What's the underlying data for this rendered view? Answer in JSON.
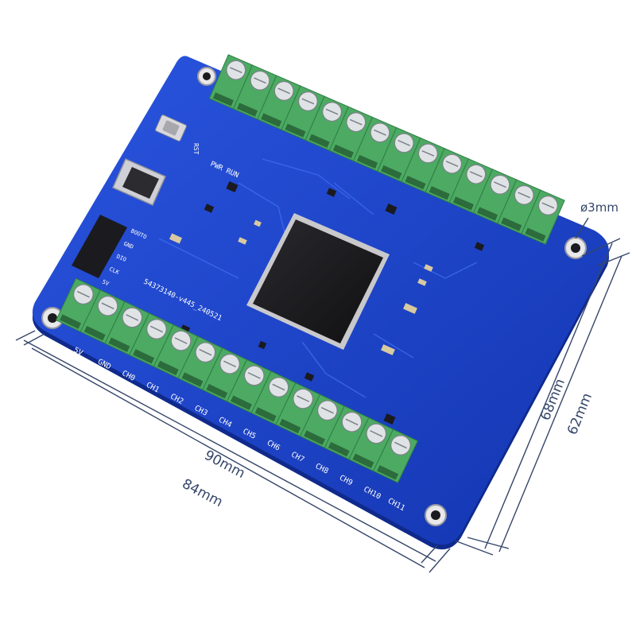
{
  "board": {
    "pin_labels": [
      "5V",
      "GND",
      "CH0",
      "CH1",
      "CH2",
      "CH3",
      "CH4",
      "CH5",
      "CH6",
      "CH7",
      "CH8",
      "CH9",
      "CH10",
      "CH11"
    ],
    "serial_text": "54373140-v445_240521",
    "header_labels": [
      "BOOTO",
      "GND",
      "DIO",
      "CLK",
      "5V"
    ],
    "status_text": "PWR RUN",
    "switch_text": "RST",
    "board_color": "#1a3fc4",
    "terminal_color": "#4caa62"
  },
  "dimensions": {
    "hole": "ø3mm",
    "height_outer": "68mm",
    "height_inner": "62mm",
    "width_outer": "90mm",
    "width_inner": "84mm",
    "line_color": "#35466a"
  }
}
